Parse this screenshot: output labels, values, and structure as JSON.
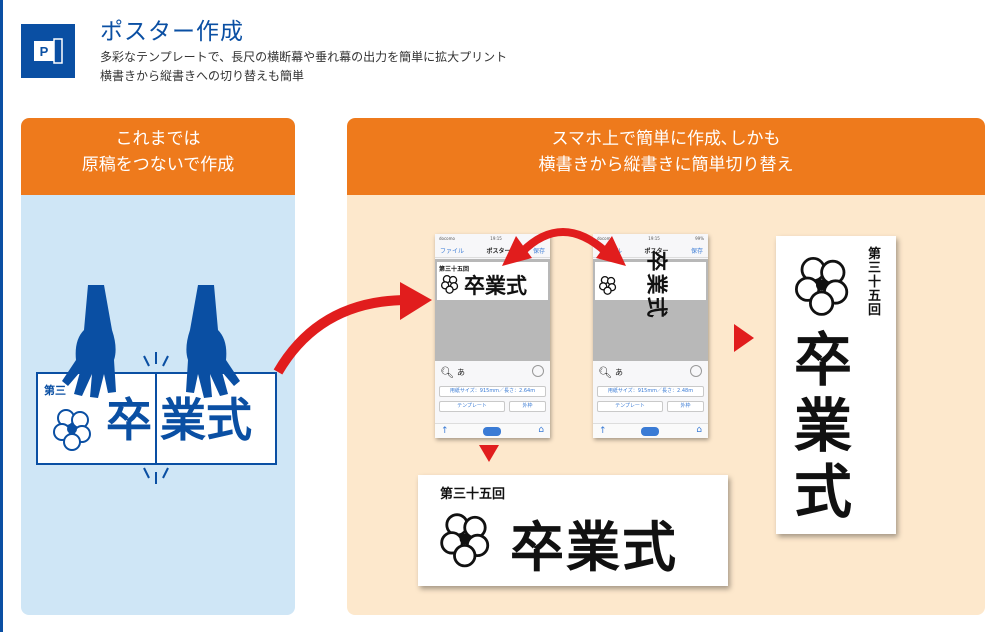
{
  "header": {
    "title": "ポスター作成",
    "subtitle_1": "多彩なテンプレートで、長尺の横断幕や垂れ幕の出力を簡単に拡大プリント",
    "subtitle_2": "横書きから縦書きへの切り替えも簡単",
    "logo_letter": "P"
  },
  "left_panel": {
    "banner_line_1": "これまでは",
    "banner_line_2": "原稿をつないで作成",
    "sign_small": "第三",
    "sign_big_1": "卒",
    "sign_big_2": "業式"
  },
  "right_panel": {
    "banner_line_1": "スマホ上で簡単に作成､しかも",
    "banner_line_2": "横書きから縦書きに簡単切り替え"
  },
  "phone_common": {
    "carrier": "docomo",
    "time": "19:15",
    "battery": "99%",
    "nav_left": "ファイル",
    "nav_title": "ポスター",
    "nav_right": "保存",
    "search_char": "あ",
    "size_text": "用紙サイズ：915mm／長さ：2.64m",
    "template_btn": "テンプレート",
    "ext_btn": "外枠"
  },
  "phone_2": {
    "size_text": "用紙サイズ：915mm／長さ：2.48m"
  },
  "poster": {
    "small_text": "第三十五回",
    "big_text": "卒業式",
    "v_small_text": "第三十五回",
    "v_big_1": "卒",
    "v_big_2": "業",
    "v_big_3": "式"
  },
  "colors": {
    "brand_blue": "#0a4fa3",
    "orange": "#ee7a1c",
    "light_blue": "#cfe6f6",
    "light_orange": "#fde8cc",
    "red": "#e11d1d"
  }
}
